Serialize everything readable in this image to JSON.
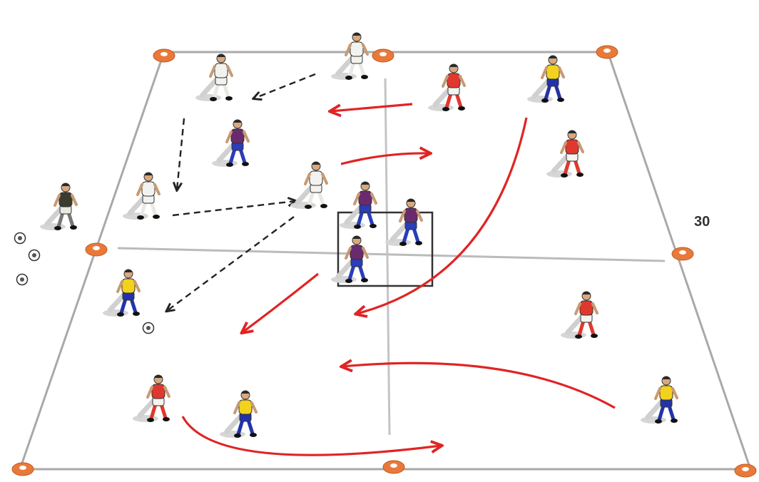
{
  "diagram": {
    "dimension_label": "30",
    "colors": {
      "field_lines": "#a9a9a9",
      "cone": "#e8793a",
      "grid_box": "#333333",
      "run_arrow": "#e02424",
      "pass_arrow": "#222222",
      "team_white": "#f2f2ee",
      "team_red": "#e0382e",
      "team_yellow": "#f2d21c",
      "team_blue_shorts": "#2233aa",
      "team_maroon": "#6a2a6e",
      "team_dark": "#3b3b2e"
    },
    "players": [
      {
        "team": "white"
      },
      {
        "team": "white"
      },
      {
        "team": "white"
      },
      {
        "team": "white"
      },
      {
        "team": "dark"
      },
      {
        "team": "red"
      },
      {
        "team": "red"
      },
      {
        "team": "red"
      },
      {
        "team": "red"
      },
      {
        "team": "yellow"
      },
      {
        "team": "yellow"
      },
      {
        "team": "yellow"
      },
      {
        "team": "yellow"
      },
      {
        "team": "maroon"
      },
      {
        "team": "maroon"
      },
      {
        "team": "maroon"
      },
      {
        "team": "maroon"
      }
    ],
    "balls": 4,
    "cones": 8
  }
}
